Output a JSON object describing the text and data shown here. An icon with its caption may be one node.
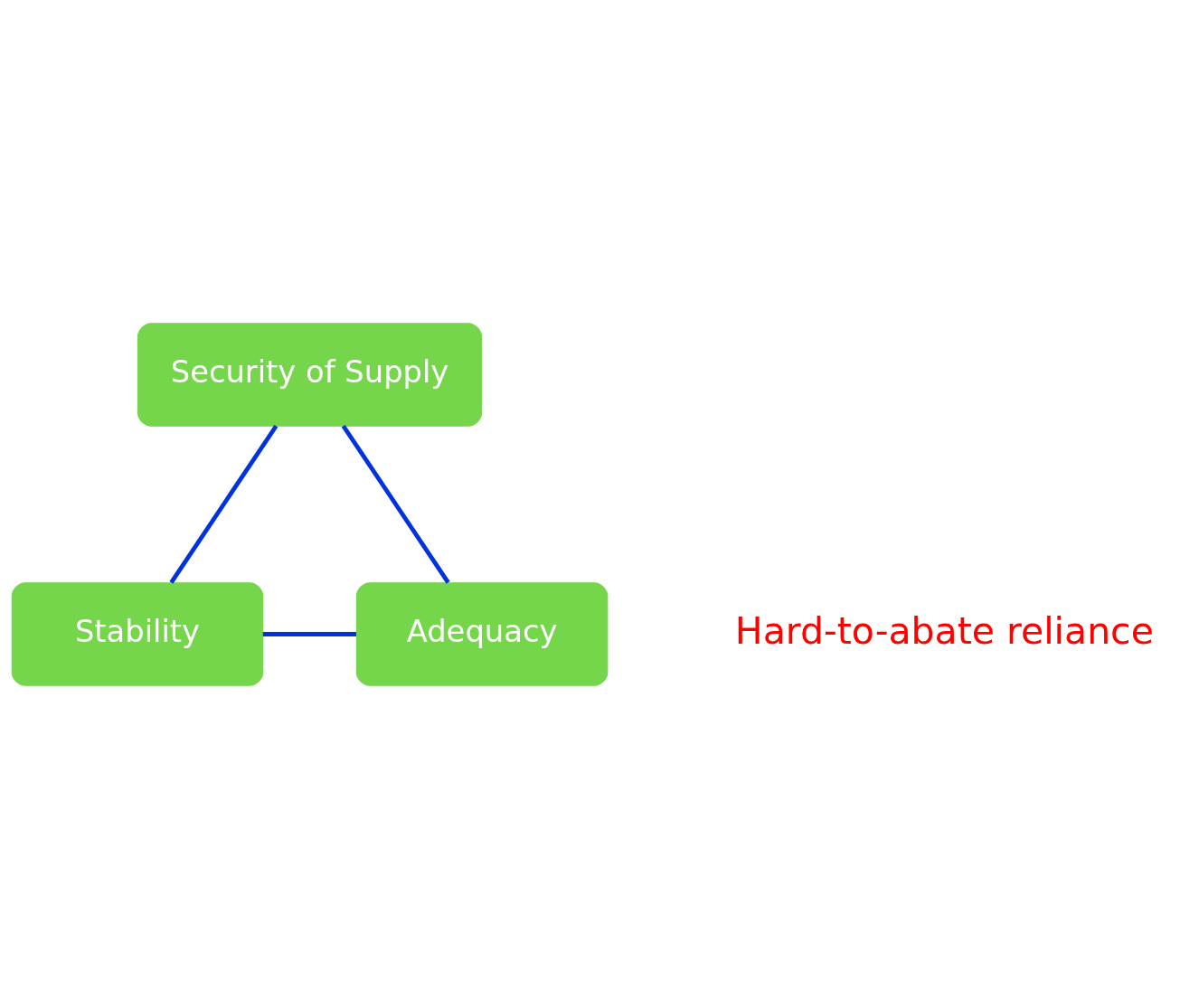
{
  "diagram": {
    "nodes": [
      {
        "text": [
          "Security of Supply"
        ]
      },
      {
        "text": [
          "Stability"
        ]
      },
      {
        "text": [
          "Adequacy"
        ]
      }
    ],
    "edges": [
      {
        "from": 0,
        "to": 1,
        "arrow": "none"
      },
      {
        "from": 1,
        "to": 2,
        "arrow": "none"
      },
      {
        "from": 2,
        "to": 0,
        "arrow": "none"
      }
    ],
    "labels": [
      "Hard-to-abate reliance"
    ]
  }
}
